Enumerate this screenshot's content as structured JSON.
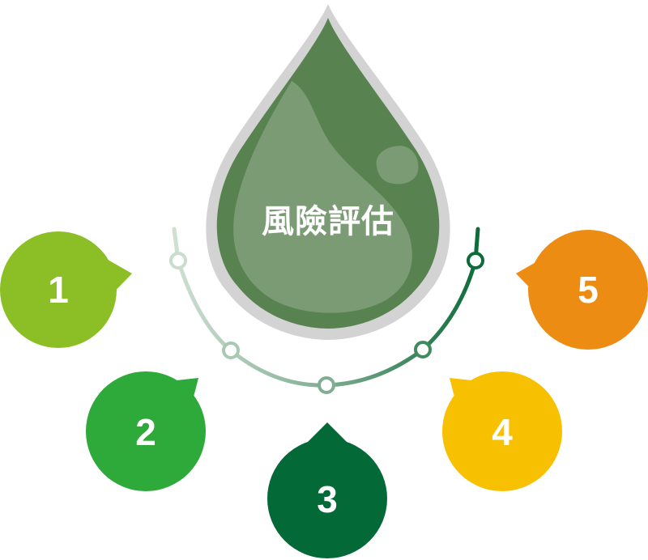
{
  "title": "風險評估",
  "colors": {
    "drop": "#588351",
    "drop_rim": "#d3d3d3",
    "drop_highlight": "#7a9b74",
    "arc_start": "#cfe0d3",
    "arc_end": "#0d6b3a"
  },
  "steps": [
    {
      "label": "1",
      "color": "#8cbf26"
    },
    {
      "label": "2",
      "color": "#2daa3a"
    },
    {
      "label": "3",
      "color": "#036936"
    },
    {
      "label": "4",
      "color": "#f7c000"
    },
    {
      "label": "5",
      "color": "#ed8c13"
    }
  ]
}
